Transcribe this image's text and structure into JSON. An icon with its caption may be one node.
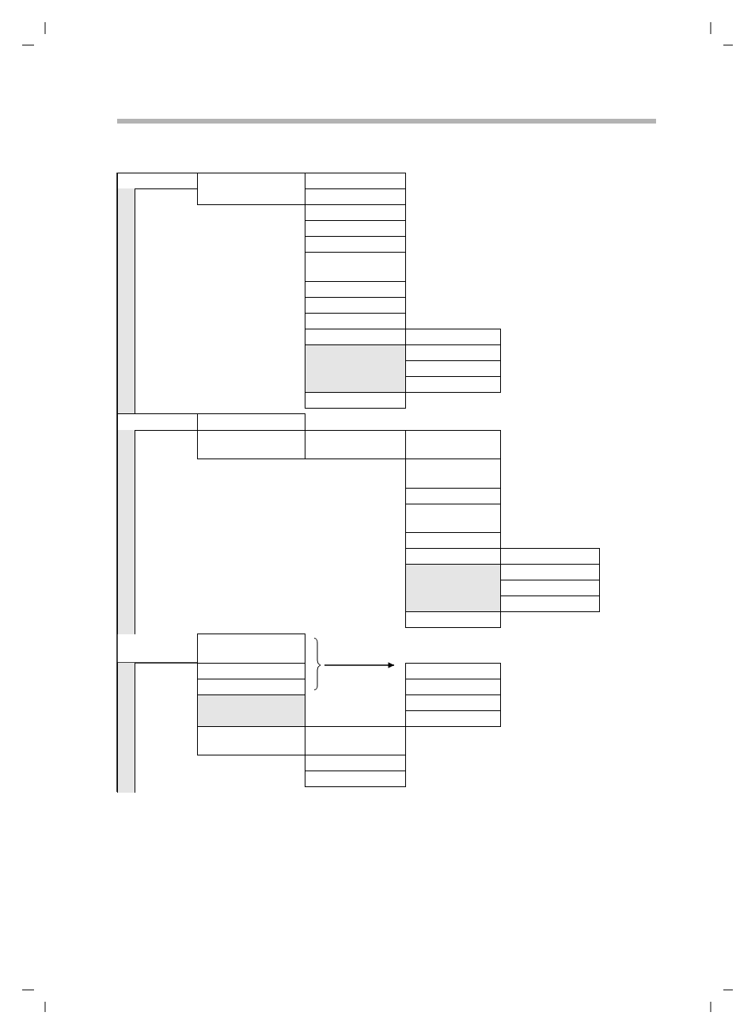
{
  "diagram": {
    "nodes": [
      {
        "text": [],
        "shape": "box"
      },
      {
        "text": [],
        "shape": "box"
      },
      {
        "text": [],
        "shape": "box"
      },
      {
        "text": [],
        "shape": "bar"
      },
      {
        "text": [],
        "shape": "box"
      },
      {
        "text": [],
        "shape": "box"
      },
      {
        "text": [],
        "shape": "box"
      },
      {
        "text": [],
        "shape": "box"
      },
      {
        "text": [],
        "shape": "box"
      },
      {
        "text": [],
        "shape": "box"
      },
      {
        "text": [],
        "shape": "box"
      },
      {
        "text": [],
        "shape": "box"
      },
      {
        "text": [],
        "shape": "box"
      },
      {
        "text": [],
        "shape": "box"
      },
      {
        "text": [],
        "shape": "box"
      },
      {
        "text": [],
        "shape": "box"
      },
      {
        "text": [],
        "shape": "box"
      },
      {
        "text": [],
        "shape": "box"
      },
      {
        "text": [],
        "shape": "box"
      },
      {
        "text": [],
        "shape": "box"
      },
      {
        "text": [],
        "shape": "box"
      },
      {
        "text": [],
        "shape": "bar"
      },
      {
        "text": [],
        "shape": "box"
      },
      {
        "text": [],
        "shape": "box"
      },
      {
        "text": [],
        "shape": "box"
      },
      {
        "text": [],
        "shape": "box"
      },
      {
        "text": [],
        "shape": "box"
      },
      {
        "text": [],
        "shape": "box"
      },
      {
        "text": [],
        "shape": "box"
      },
      {
        "text": [],
        "shape": "box"
      },
      {
        "text": [],
        "shape": "box"
      },
      {
        "text": [],
        "shape": "box"
      },
      {
        "text": [],
        "shape": "box"
      },
      {
        "text": [],
        "shape": "box"
      },
      {
        "text": [],
        "shape": "box"
      },
      {
        "text": [],
        "shape": "box"
      },
      {
        "text": [],
        "shape": "box"
      },
      {
        "text": [],
        "shape": "bar"
      },
      {
        "text": [],
        "shape": "box"
      },
      {
        "text": [],
        "shape": "box"
      },
      {
        "text": [],
        "shape": "box"
      },
      {
        "text": [],
        "shape": "box"
      },
      {
        "text": [],
        "shape": "box"
      },
      {
        "text": [],
        "shape": "box"
      },
      {
        "text": [],
        "shape": "box"
      },
      {
        "text": [],
        "shape": "box"
      },
      {
        "text": [],
        "shape": "box"
      },
      {
        "text": [],
        "shape": "box"
      },
      {
        "text": [],
        "shape": "box"
      }
    ],
    "edges": [
      {
        "from": null,
        "to": 45,
        "arrow": "to"
      }
    ]
  }
}
